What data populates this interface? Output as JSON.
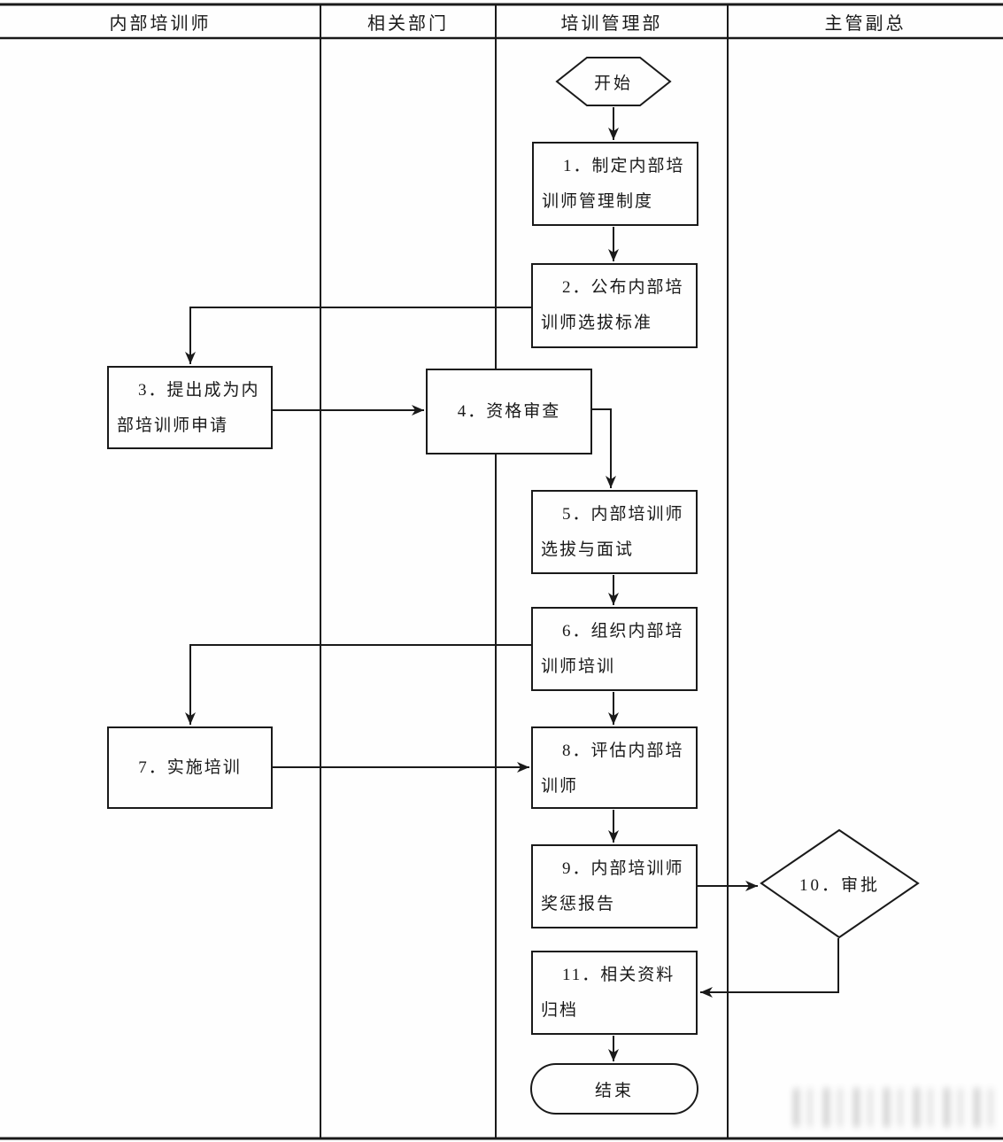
{
  "diagram_type": "swimlane-flowchart",
  "lanes": [
    {
      "label": "内部培训师"
    },
    {
      "label": "相关部门"
    },
    {
      "label": "培训管理部"
    },
    {
      "label": "主管副总"
    }
  ],
  "nodes": {
    "start": {
      "type": "terminator",
      "lane": "培训管理部",
      "label": "开始"
    },
    "step1": {
      "type": "process",
      "lane": "培训管理部",
      "label": "1．制定内部培\n训师管理制度"
    },
    "step2": {
      "type": "process",
      "lane": "培训管理部",
      "label": "2．公布内部培\n训师选拔标准"
    },
    "step3": {
      "type": "process",
      "lane": "内部培训师",
      "label": "3．提出成为内\n部培训师申请"
    },
    "step4": {
      "type": "process",
      "lane": "相关部门/培训管理部",
      "label": "4．资格审查"
    },
    "step5": {
      "type": "process",
      "lane": "培训管理部",
      "label": "5．内部培训师\n选拔与面试"
    },
    "step6": {
      "type": "process",
      "lane": "培训管理部",
      "label": "6．组织内部培\n训师培训"
    },
    "step7": {
      "type": "process",
      "lane": "内部培训师",
      "label": "7．实施培训"
    },
    "step8": {
      "type": "process",
      "lane": "培训管理部",
      "label": "8．评估内部培\n训师"
    },
    "step9": {
      "type": "process",
      "lane": "培训管理部",
      "label": "9．内部培训师\n奖惩报告"
    },
    "step10": {
      "type": "decision",
      "lane": "主管副总",
      "label": "10．审批"
    },
    "step11": {
      "type": "process",
      "lane": "培训管理部",
      "label": "11．相关资料\n归档"
    },
    "end": {
      "type": "terminator",
      "lane": "培训管理部",
      "label": "结束"
    }
  },
  "edges": [
    {
      "from": "start",
      "to": "step1"
    },
    {
      "from": "step1",
      "to": "step2"
    },
    {
      "from": "step2",
      "to": "step3"
    },
    {
      "from": "step3",
      "to": "step4"
    },
    {
      "from": "step4",
      "to": "step5"
    },
    {
      "from": "step5",
      "to": "step6"
    },
    {
      "from": "step6",
      "to": "step7"
    },
    {
      "from": "step6",
      "to": "step8"
    },
    {
      "from": "step7",
      "to": "step8"
    },
    {
      "from": "step8",
      "to": "step9"
    },
    {
      "from": "step9",
      "to": "step10"
    },
    {
      "from": "step10",
      "to": "step11"
    },
    {
      "from": "step11",
      "to": "end"
    }
  ],
  "colors": {
    "line": "#1a1a1a",
    "fill": "#fefefe",
    "text": "#1a1a1a"
  }
}
